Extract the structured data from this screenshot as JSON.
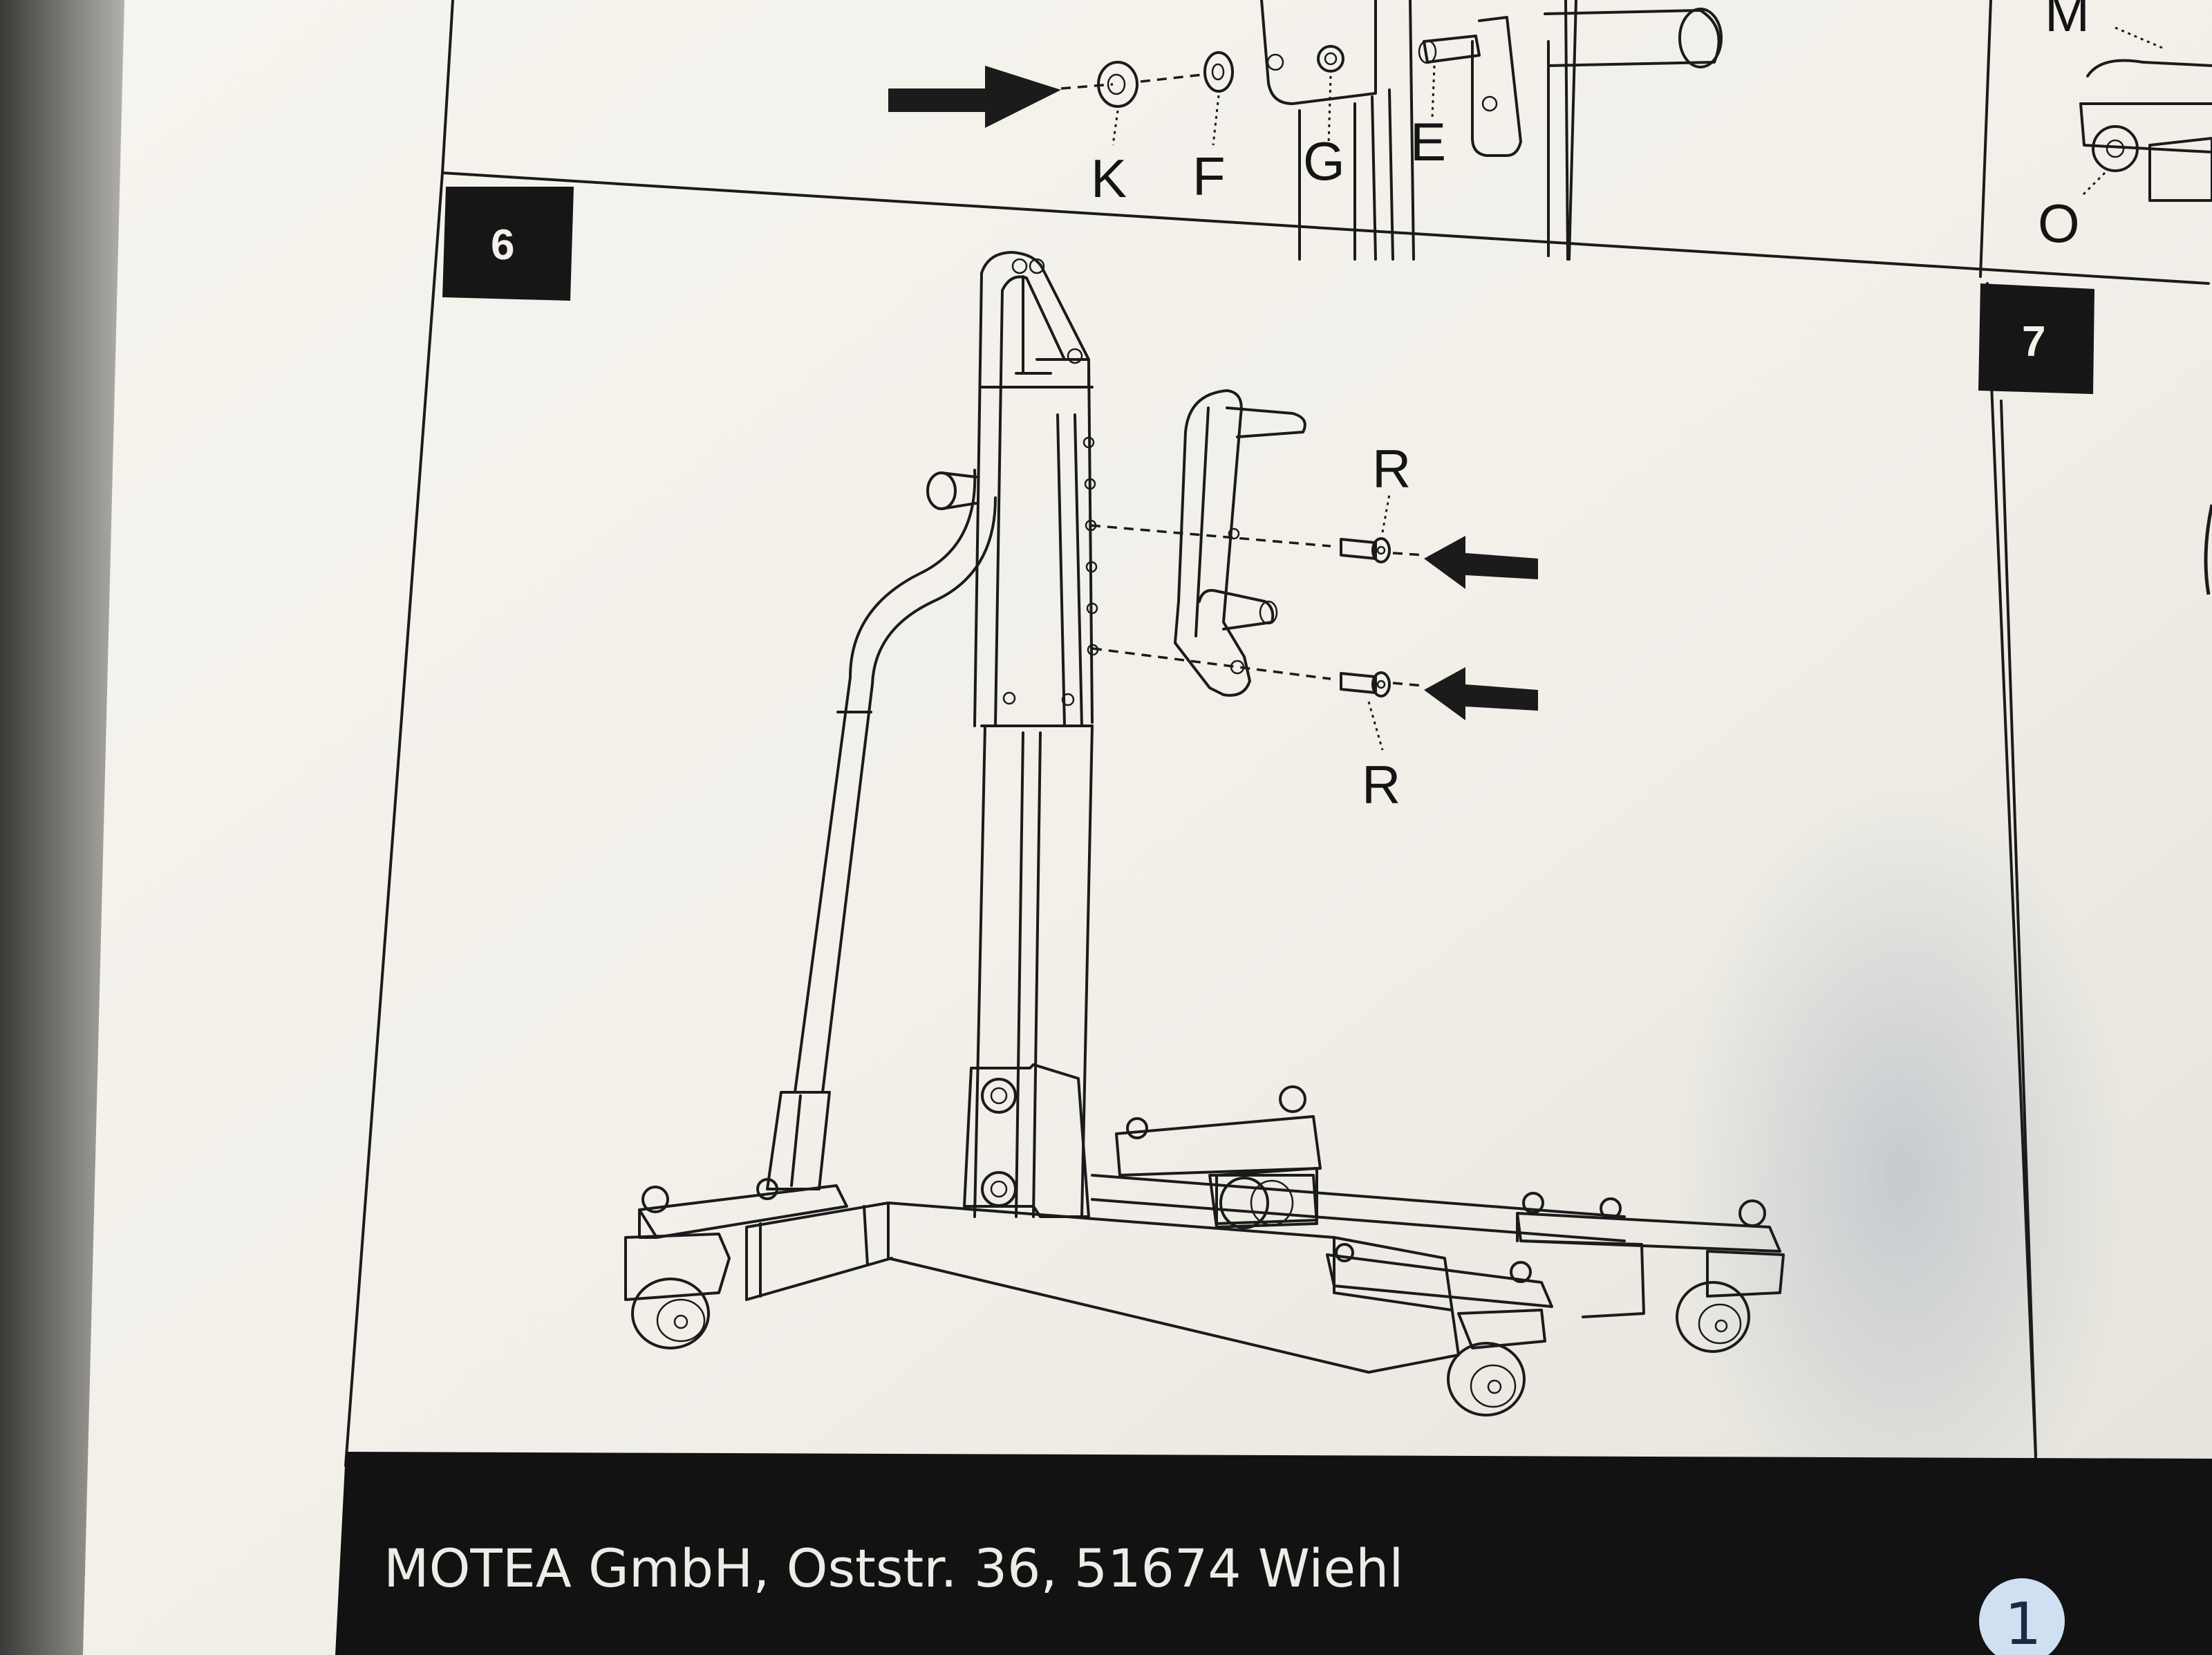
{
  "document": {
    "previous_step": {
      "labels": [
        "K",
        "F",
        "G",
        "E"
      ]
    },
    "step_6": {
      "number": "6",
      "labels": {
        "upper": "R",
        "lower": "R"
      }
    },
    "side_step": {
      "labels": [
        "M",
        "O"
      ]
    },
    "step_7": {
      "number": "7"
    },
    "footer": {
      "company": "MOTEA GmbH, Oststr. 36, 51674 Wiehl",
      "page_number": "1"
    }
  },
  "colors": {
    "paper": "#f3f1ea",
    "ink": "#1b1b1b",
    "footer_band": "#121212",
    "page_badge": "#cfe0f2"
  },
  "icons": [
    "arrow-right-icon",
    "arrow-left-icon"
  ]
}
